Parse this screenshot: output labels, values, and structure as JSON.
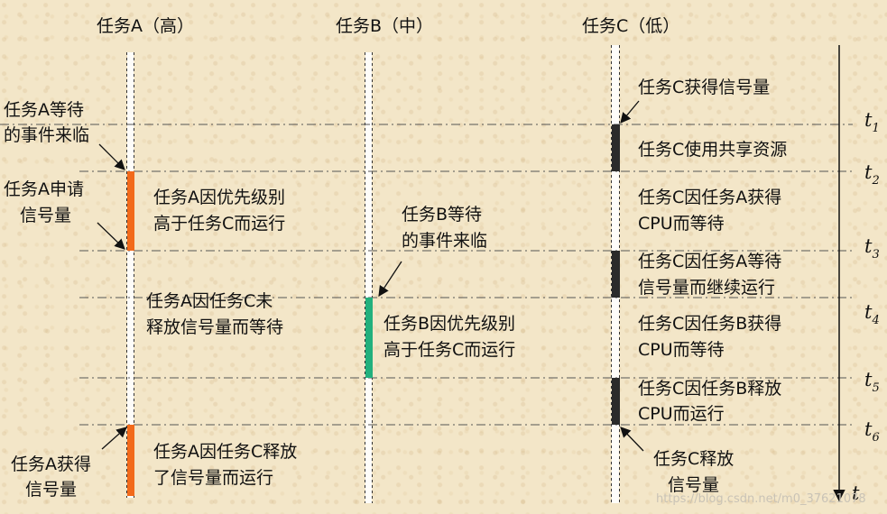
{
  "columns": [
    {
      "id": "A",
      "title": "任务A（高）"
    },
    {
      "id": "B",
      "title": "任务B（中）"
    },
    {
      "id": "C",
      "title": "任务C（低）"
    }
  ],
  "time_axis": {
    "label": "t",
    "marks": [
      {
        "t": "t",
        "sub": "1"
      },
      {
        "t": "t",
        "sub": "2"
      },
      {
        "t": "t",
        "sub": "3"
      },
      {
        "t": "t",
        "sub": "4"
      },
      {
        "t": "t",
        "sub": "5"
      },
      {
        "t": "t",
        "sub": "6"
      }
    ]
  },
  "notes": {
    "a_wait_event": [
      "任务A等待",
      "的事件来临"
    ],
    "a_request_sem": [
      "任务A申请",
      "信号量"
    ],
    "a_run_priority": [
      "任务A因优先级别",
      "高于任务C而运行"
    ],
    "a_wait_sem": [
      "任务A因任务C未",
      "释放信号量而等待"
    ],
    "a_get_sem": [
      "任务A获得",
      "信号量"
    ],
    "a_run_released": [
      "任务A因任务C释放",
      "了信号量而运行"
    ],
    "b_wait_event": [
      "任务B等待",
      "的事件来临"
    ],
    "b_run_priority": [
      "任务B因优先级别",
      "高于任务C而运行"
    ],
    "c_get_sem": [
      "任务C获得信号量"
    ],
    "c_use_resource": [
      "任务C使用共享资源"
    ],
    "c_wait_cpu_a": [
      "任务C因任务A获得",
      "CPU而等待"
    ],
    "c_continue": [
      "任务C因任务A等待",
      "信号量而继续运行"
    ],
    "c_wait_cpu_b": [
      "任务C因任务B获得",
      "CPU而等待"
    ],
    "c_run_b_release": [
      "任务C因任务B释放",
      "CPU而运行"
    ],
    "c_release_sem": [
      "任务C释放",
      "信号量"
    ]
  },
  "colors": {
    "task_a_run": "#f26a1b",
    "task_b_run": "#22b07d",
    "task_c_run": "#2b2b2b",
    "dash_line": "#555555"
  },
  "watermark": "https://blog.csdn.net/m0_37621078"
}
